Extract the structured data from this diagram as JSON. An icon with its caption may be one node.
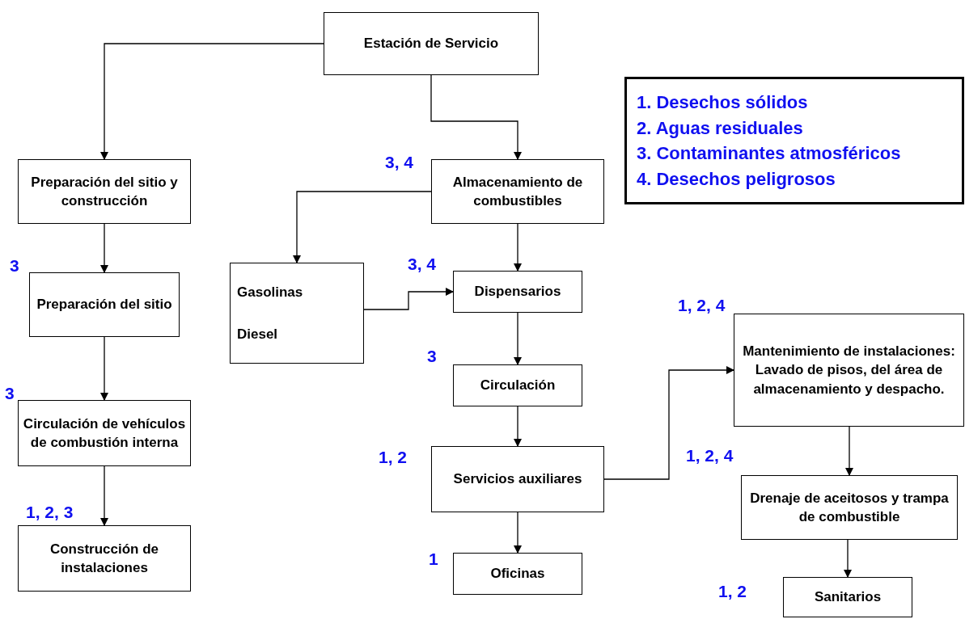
{
  "diagram": {
    "nodes": [
      {
        "text": [
          "Estación de Servicio"
        ]
      },
      {
        "text": [
          "Preparación del sitio y construcción"
        ]
      },
      {
        "text": [
          "Preparación del sitio"
        ],
        "beside": [
          "3"
        ]
      },
      {
        "text": [
          "Circulación de vehículos de combustión interna"
        ],
        "beside": [
          "3"
        ]
      },
      {
        "text": [
          "Construcción de instalaciones"
        ],
        "beside": [
          "1, 2, 3"
        ]
      },
      {
        "text": [
          "Almacenamiento de combustibles"
        ],
        "beside": [
          "3, 4"
        ]
      },
      {
        "text": [
          "Gasolinas",
          "Diesel"
        ]
      },
      {
        "text": [
          "Dispensarios"
        ],
        "beside": [
          "3, 4"
        ]
      },
      {
        "text": [
          "Circulación"
        ],
        "beside": [
          "3"
        ]
      },
      {
        "text": [
          "Servicios auxiliares"
        ],
        "beside": [
          "1, 2"
        ]
      },
      {
        "text": [
          "Oficinas"
        ],
        "beside": [
          "1"
        ]
      },
      {
        "text": [
          "Mantenimiento de instalaciones:",
          "Lavado de pisos, del área de almacenamiento y despacho."
        ],
        "beside": [
          "1, 2, 4"
        ]
      },
      {
        "text": [
          "Drenaje de aceitosos y trampa de combustible"
        ],
        "beside": [
          "1, 2, 4"
        ]
      },
      {
        "text": [
          "Sanitarios"
        ],
        "beside": [
          "1, 2"
        ]
      },
      {
        "text": [
          "1. Desechos sólidos",
          "2. Aguas residuales",
          "3. Contaminantes atmosféricos",
          "4. Desechos peligrosos"
        ]
      }
    ],
    "edges": [
      {
        "from": 0,
        "to": 1,
        "arrow": "to"
      },
      {
        "from": 0,
        "to": 5,
        "arrow": "to"
      },
      {
        "from": 1,
        "to": 2,
        "arrow": "to"
      },
      {
        "from": 2,
        "to": 3,
        "arrow": "to"
      },
      {
        "from": 3,
        "to": 4,
        "arrow": "to"
      },
      {
        "from": 5,
        "to": 6,
        "arrow": "to"
      },
      {
        "from": 5,
        "to": 7,
        "arrow": "to"
      },
      {
        "from": 6,
        "to": 7,
        "arrow": "to"
      },
      {
        "from": 7,
        "to": 8,
        "arrow": "to"
      },
      {
        "from": 8,
        "to": 9,
        "arrow": "to"
      },
      {
        "from": 9,
        "to": 10,
        "arrow": "to"
      },
      {
        "from": 9,
        "to": 11,
        "arrow": "to"
      },
      {
        "from": 11,
        "to": 12,
        "arrow": "to"
      },
      {
        "from": 12,
        "to": 13,
        "arrow": "to"
      }
    ]
  }
}
